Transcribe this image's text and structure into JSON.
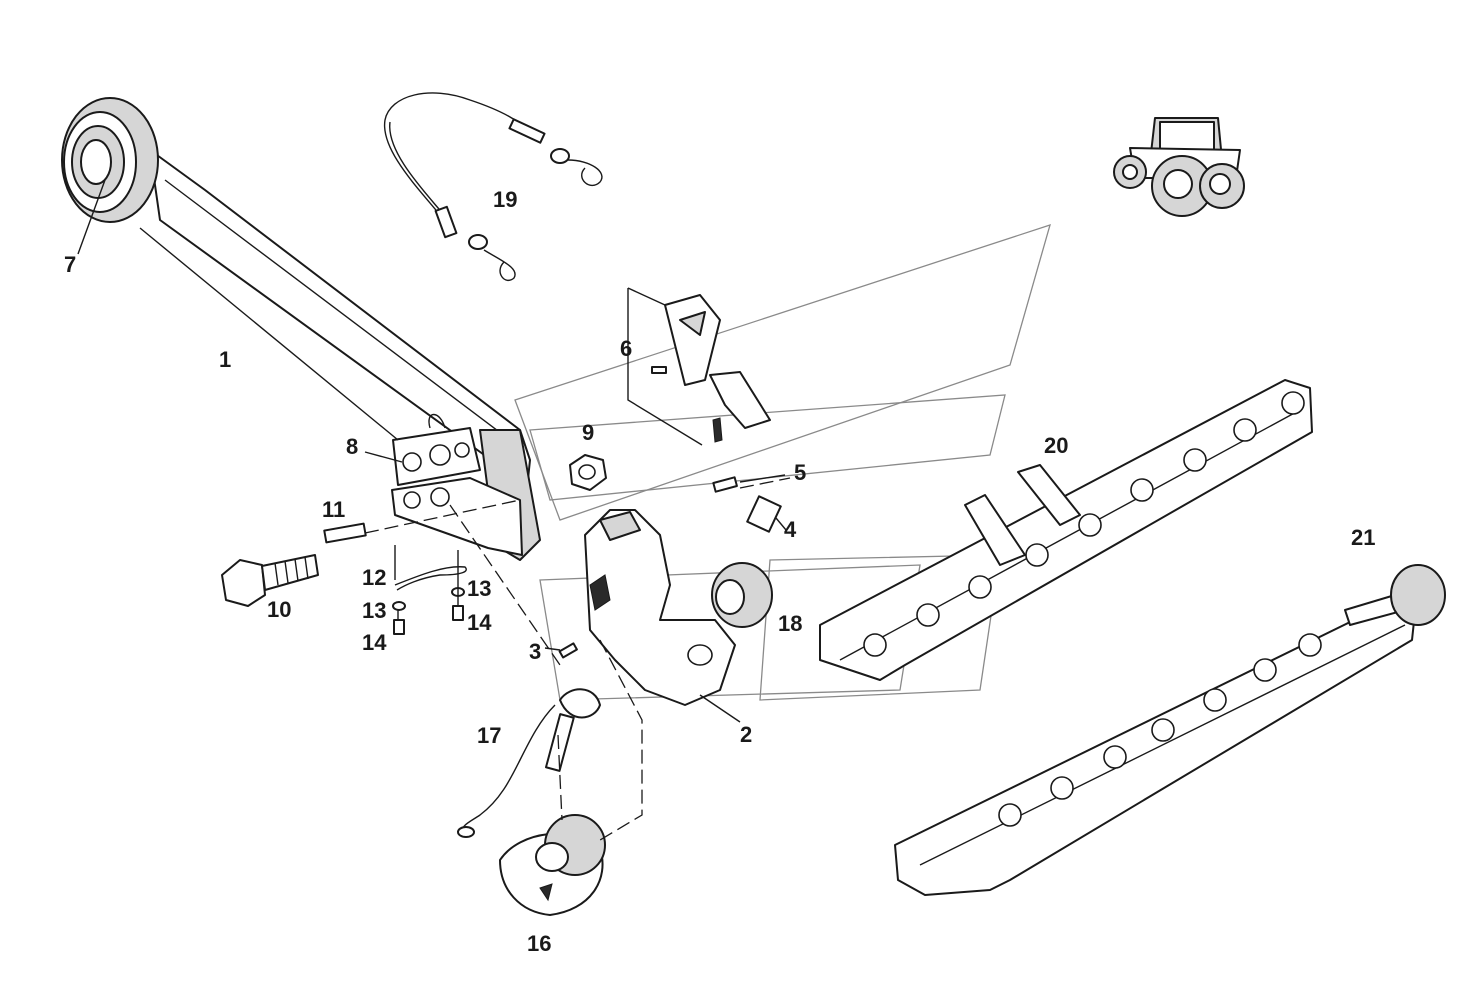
{
  "colors": {
    "line": "#1a1a1a",
    "shade": "#d6d6d6",
    "watermark": "#8a8a8a",
    "background": "#ffffff"
  },
  "callouts": {
    "c1": "1",
    "c2": "2",
    "c3": "3",
    "c4": "4",
    "c5": "5",
    "c6": "6",
    "c7": "7",
    "c8": "8",
    "c9": "9",
    "c10": "10",
    "c11": "11",
    "c12": "12",
    "c13a": "13",
    "c13b": "13",
    "c14a": "14",
    "c14b": "14",
    "c16": "16",
    "c17": "17",
    "c18": "18",
    "c19": "19",
    "c20": "20",
    "c21": "21"
  }
}
